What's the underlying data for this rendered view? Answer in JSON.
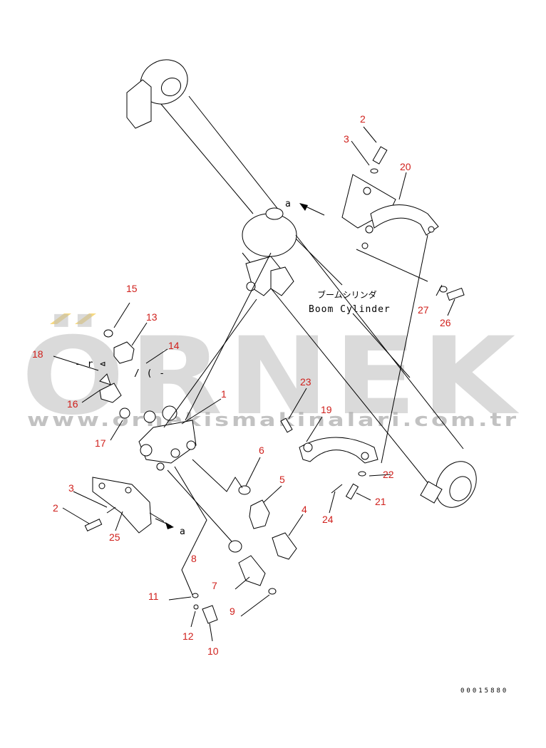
{
  "labels": {
    "jp_name": "ブームシリンダ",
    "en_name": "Boom Cylinder",
    "section_mark_top": "a",
    "section_mark_bottom": "a",
    "reference_number": "00015880"
  },
  "watermark": {
    "brand": "ÖRNEK",
    "url": "www.ornekismakinalari.com.tr",
    "accent_color": "#f2c94c"
  },
  "callouts": [
    {
      "id": "c1",
      "text": "1"
    },
    {
      "id": "c2a",
      "text": "2"
    },
    {
      "id": "c2b",
      "text": "2"
    },
    {
      "id": "c3a",
      "text": "3"
    },
    {
      "id": "c3b",
      "text": "3"
    },
    {
      "id": "c4",
      "text": "4"
    },
    {
      "id": "c5",
      "text": "5"
    },
    {
      "id": "c6",
      "text": "6"
    },
    {
      "id": "c7",
      "text": "7"
    },
    {
      "id": "c8",
      "text": "8"
    },
    {
      "id": "c9",
      "text": "9"
    },
    {
      "id": "c10",
      "text": "10"
    },
    {
      "id": "c11",
      "text": "11"
    },
    {
      "id": "c12",
      "text": "12"
    },
    {
      "id": "c13",
      "text": "13"
    },
    {
      "id": "c14",
      "text": "14"
    },
    {
      "id": "c15",
      "text": "15"
    },
    {
      "id": "c16",
      "text": "16"
    },
    {
      "id": "c17",
      "text": "17"
    },
    {
      "id": "c18",
      "text": "18"
    },
    {
      "id": "c19",
      "text": "19"
    },
    {
      "id": "c20",
      "text": "20"
    },
    {
      "id": "c21",
      "text": "21"
    },
    {
      "id": "c22",
      "text": "22"
    },
    {
      "id": "c23",
      "text": "23"
    },
    {
      "id": "c24",
      "text": "24"
    },
    {
      "id": "c25",
      "text": "25"
    },
    {
      "id": "c26",
      "text": "26"
    },
    {
      "id": "c27",
      "text": "27"
    }
  ]
}
